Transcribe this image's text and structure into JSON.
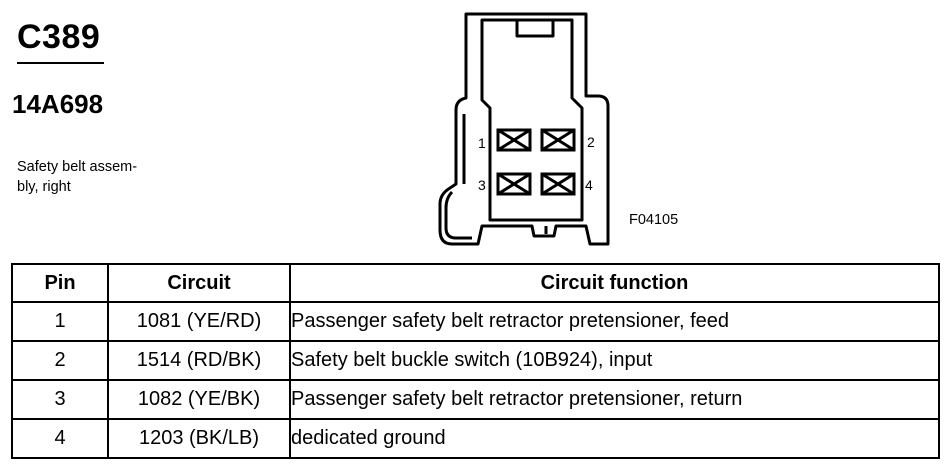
{
  "connector": {
    "id": "C389",
    "part_number": "14A698",
    "description_lines": [
      "Safety belt assem-",
      "bly, right"
    ],
    "figure_label": "F04105",
    "pin_labels": [
      "1",
      "2",
      "3",
      "4"
    ]
  },
  "table": {
    "headers": [
      "Pin",
      "Circuit",
      "Circuit function"
    ],
    "rows": [
      {
        "pin": "1",
        "circuit": "1081 (YE/RD)",
        "function": "Passenger safety belt retractor pretensioner, feed"
      },
      {
        "pin": "2",
        "circuit": "1514 (RD/BK)",
        "function": "Safety belt buckle switch (10B924), input"
      },
      {
        "pin": "3",
        "circuit": "1082 (YE/BK)",
        "function": "Passenger safety belt retractor pretensioner, return"
      },
      {
        "pin": "4",
        "circuit": "1203 (BK/LB)",
        "function": "dedicated ground"
      }
    ]
  }
}
